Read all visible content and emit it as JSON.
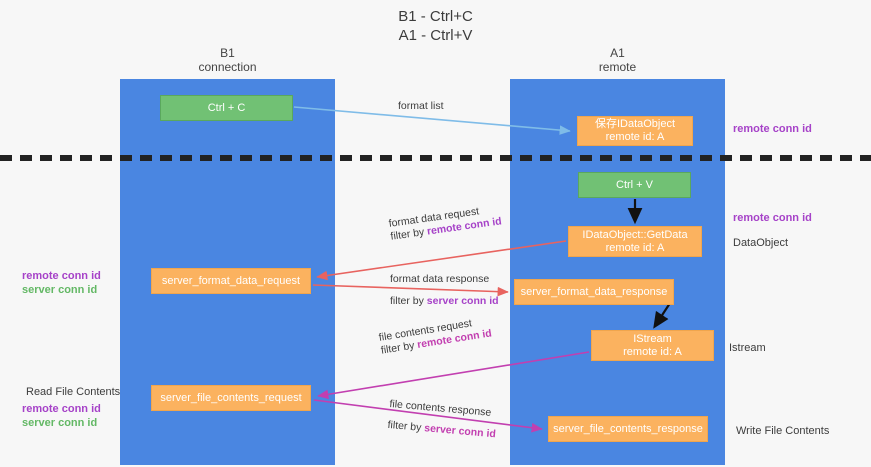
{
  "title": {
    "line1": "B1 - Ctrl+C",
    "line2": "A1 - Ctrl+V"
  },
  "lanes": [
    {
      "id": "b1",
      "name": "B1",
      "role": "connection",
      "color": "#4a86e1"
    },
    {
      "id": "a1",
      "name": "A1",
      "role": "remote",
      "color": "#4a86e1"
    }
  ],
  "boxes": {
    "ctrl_c": {
      "label": "Ctrl + C",
      "color": "#71c174"
    },
    "ctrl_v": {
      "label": "Ctrl + V",
      "color": "#71c174"
    },
    "save_idataobject": {
      "line1": "保存IDataObject",
      "line2": "remote id: A",
      "color": "#fbb25f"
    },
    "getdata": {
      "line1": "IDataObject::GetData",
      "line2": "remote id: A",
      "color": "#fbb25f"
    },
    "istream": {
      "line1": "IStream",
      "line2": "remote id: A",
      "color": "#fbb25f"
    },
    "server_format_data_request": {
      "label": "server_format_data_request",
      "color": "#fbb25f"
    },
    "server_format_data_response": {
      "label": "server_format_data_response",
      "color": "#fbb25f"
    },
    "server_file_contents_request": {
      "label": "server_file_contents_request",
      "color": "#fbb25f"
    },
    "server_file_contents_response": {
      "label": "server_file_contents_response",
      "color": "#fbb25f"
    }
  },
  "arrows": {
    "format_list": {
      "caption": "format list",
      "color": "#7fbce8"
    },
    "format_data_request": {
      "caption1": "format data request",
      "caption2_prefix": "filter by ",
      "caption2_key": "remote conn id",
      "color": "#e8635f"
    },
    "format_data_response": {
      "caption1": "format data response",
      "caption2_prefix": "filter by ",
      "caption2_key": "server conn id",
      "color": "#e8635f"
    },
    "file_contents_request": {
      "caption1": "file contents request",
      "caption2_prefix": "filter by ",
      "caption2_key": "remote conn id",
      "color": "#c23fb0"
    },
    "file_contents_response": {
      "caption1": "file contents response",
      "caption2_prefix": "filter by ",
      "caption2_key": "server conn id",
      "color": "#c23fb0"
    }
  },
  "annotations": {
    "right_remote_conn_id_top": "remote conn id",
    "right_remote_conn_id_mid": "remote conn id",
    "right_dataobject": "DataObject",
    "right_istream": "Istream",
    "right_write_file_contents": "Write File Contents",
    "left_remote_conn_id_mid": "remote conn id",
    "left_server_conn_id_mid": "server conn id",
    "left_read_file_contents": "Read File Contents",
    "left_remote_conn_id_bottom": "remote conn id",
    "left_server_conn_id_bottom": "server conn id"
  },
  "colors": {
    "lane": "#4a86e1",
    "green_box": "#71c174",
    "orange_box": "#fbb25f",
    "purple_text": "#a642c8",
    "green_text": "#63b865",
    "red_arrow": "#e8635f",
    "pink_arrow": "#c23fb0",
    "blue_arrow": "#7fbce8",
    "background": "#f7f7f7"
  }
}
